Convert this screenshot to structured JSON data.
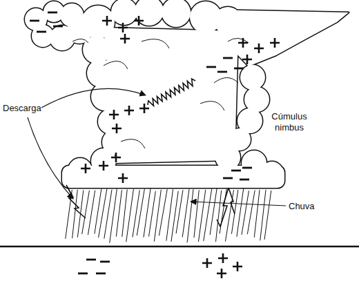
{
  "diagram": {
    "labels": [
      "Descarga",
      "Chuva",
      "Cúmulus nimbus"
    ]
  }
}
